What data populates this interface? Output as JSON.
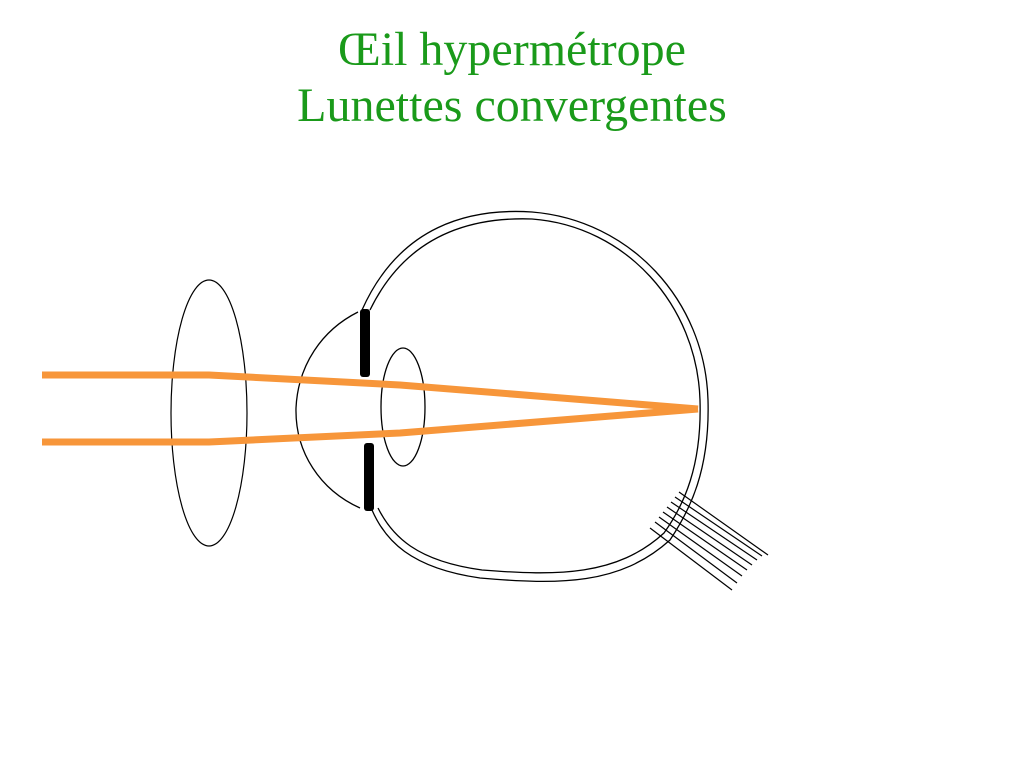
{
  "slide": {
    "title_line1": "Œil hypermétrope",
    "title_line2": "Lunettes convergentes"
  },
  "colors": {
    "title": "#1a9a1a",
    "light_rays": "#f7963a",
    "outline": "#000000",
    "background": "#ffffff"
  },
  "diagram": {
    "elements": [
      "corrective-lens (convergent)",
      "eyeball",
      "cornea",
      "iris",
      "crystalline-lens",
      "optic-nerve",
      "light-rays"
    ]
  }
}
